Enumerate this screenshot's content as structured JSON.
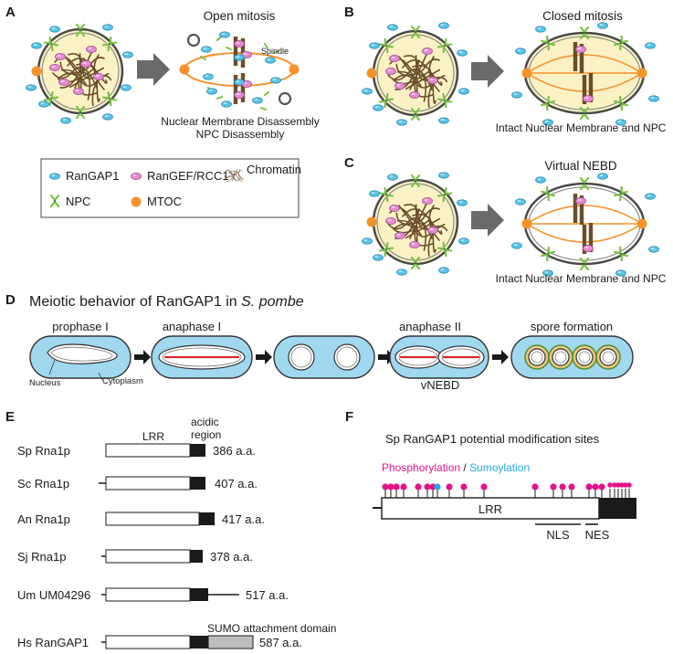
{
  "colors": {
    "ranGAP1": "#5bc4e9",
    "ranGEF": "#e48bd0",
    "chromatin": "#6b4d2a",
    "npc": "#7ac142",
    "mtoc": "#f5922a",
    "nucleoplasm": "#faf2c4",
    "envelope": "#555555",
    "cell": "#9fd8ef",
    "spindle_red": "#d62929",
    "magenta": "#e2148a",
    "cyan": "#26a9df",
    "acidic": "#1a1a1a",
    "sumo": "#bdbdbd"
  },
  "panelA": {
    "letter": "A",
    "title": "Open mitosis",
    "spindle_label": "Spindle",
    "caption1": "Nuclear Membrane Disassembly",
    "caption2": "NPC Disassembly"
  },
  "panelB": {
    "letter": "B",
    "title": "Closed mitosis",
    "caption": "Intact Nuclear Membrane and NPC"
  },
  "panelC": {
    "letter": "C",
    "title": "Virtual NEBD",
    "caption": "Intact Nuclear Membrane and NPC"
  },
  "legend": {
    "items": [
      {
        "label": "RanGAP1",
        "icon": "ranGAP1-icon"
      },
      {
        "label": "RanGEF/RCC1",
        "icon": "rangef-icon"
      },
      {
        "label": "Chromatin",
        "icon": "chromatin-icon"
      },
      {
        "label": "NPC",
        "icon": "npc-icon"
      },
      {
        "label": "MTOC",
        "icon": "mtoc-icon"
      }
    ]
  },
  "panelD": {
    "letter": "D",
    "title_prefix": "Meiotic behavior of RanGAP1 in ",
    "title_species": "S. pombe",
    "stages": [
      "prophase I",
      "anaphase I",
      "",
      "anaphase II",
      "spore formation"
    ],
    "nucleus_label": "Nucleus",
    "cytoplasm_label": "Cytoplasm",
    "vnebd_label": "vNEBD"
  },
  "panelE": {
    "letter": "E",
    "lrr_label": "LRR",
    "acidic_label_1": "acidic",
    "acidic_label_2": "region",
    "sumo_label": "SUMO attachment domain",
    "proteins": [
      {
        "name": "Sp Rna1p",
        "length": "386 a.a."
      },
      {
        "name": "Sc Rna1p",
        "length": "407 a.a."
      },
      {
        "name": "An Rna1p",
        "length": "417 a.a."
      },
      {
        "name": "Sj Rna1p",
        "length": "378 a.a."
      },
      {
        "name": "Um UM04296",
        "length": "517 a.a."
      },
      {
        "name": "Hs RanGAP1",
        "length": "587 a.a."
      }
    ]
  },
  "panelF": {
    "letter": "F",
    "title": "Sp RanGAP1 potential modification sites",
    "phospho_label": "Phosphorylation",
    "slash": " / ",
    "sumo_label": "Sumoylation",
    "lrr_label": "LRR",
    "nls_label": "NLS",
    "nes_label": "NES"
  }
}
